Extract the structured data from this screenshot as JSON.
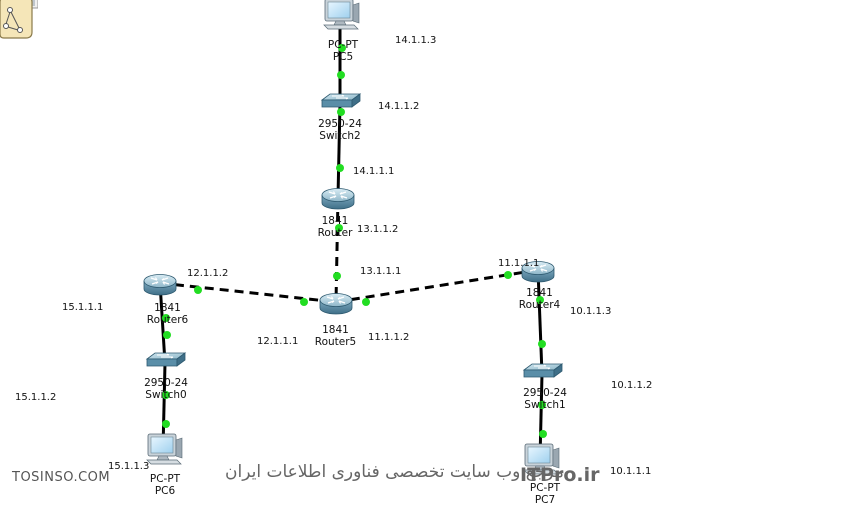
{
  "devices": [
    {
      "id": "pc5",
      "model": "PC-PT",
      "name": "PC5",
      "type": "pc"
    },
    {
      "id": "switch2",
      "model": "2950-24",
      "name": "Switch2",
      "type": "switch"
    },
    {
      "id": "router",
      "model": "1841",
      "name": "Router",
      "type": "router"
    },
    {
      "id": "router5",
      "model": "1841",
      "name": "Router5",
      "type": "router"
    },
    {
      "id": "router6",
      "model": "1841",
      "name": "Router6",
      "type": "router"
    },
    {
      "id": "switch0",
      "model": "2950-24",
      "name": "Switch0",
      "type": "switch"
    },
    {
      "id": "pc6",
      "model": "PC-PT",
      "name": "PC6",
      "type": "pc"
    },
    {
      "id": "router4",
      "model": "1841",
      "name": "Router4",
      "type": "router"
    },
    {
      "id": "switch1",
      "model": "2950-24",
      "name": "Switch1",
      "type": "switch"
    },
    {
      "id": "pc7",
      "model": "PC-PT",
      "name": "PC7",
      "type": "pc"
    }
  ],
  "links": [
    {
      "from": "pc5",
      "to": "switch2",
      "style": "solid"
    },
    {
      "from": "switch2",
      "to": "router",
      "style": "solid"
    },
    {
      "from": "router",
      "to": "router5",
      "style": "dashed"
    },
    {
      "from": "router6",
      "to": "router5",
      "style": "dashed"
    },
    {
      "from": "router5",
      "to": "router4",
      "style": "dashed"
    },
    {
      "from": "router6",
      "to": "switch0",
      "style": "solid"
    },
    {
      "from": "switch0",
      "to": "pc6",
      "style": "solid"
    },
    {
      "from": "router4",
      "to": "switch1",
      "style": "solid"
    },
    {
      "from": "switch1",
      "to": "pc7",
      "style": "solid"
    }
  ],
  "ip_labels": [
    "14.1.1.3",
    "14.1.1.2",
    "14.1.1.1",
    "13.1.1.2",
    "13.1.1.1",
    "12.1.1.2",
    "12.1.1.1",
    "11.1.1.1",
    "11.1.1.2",
    "15.1.1.1",
    "15.1.1.2",
    "15.1.1.3",
    "10.1.1.3",
    "10.1.1.2",
    "10.1.1.1"
  ],
  "watermark": {
    "left": "TOSINSO.COM",
    "right": "مرجع وب سایت تخصصی فناوری اطلاعات ایران",
    "brand": "ITPro.ir"
  },
  "colors": {
    "link": "#000000",
    "port_up": "#22dd22",
    "device_body": "#8fb7c9",
    "device_dark": "#4d7f97"
  }
}
